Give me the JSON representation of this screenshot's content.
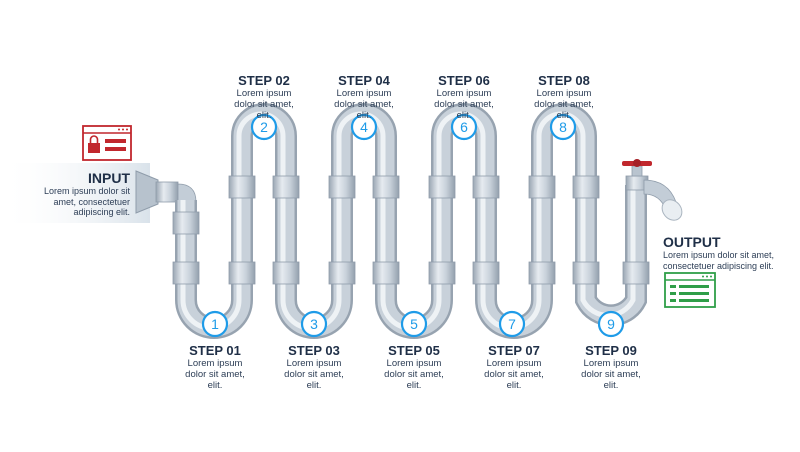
{
  "input": {
    "title": "INPUT",
    "desc": "Lorem ipsum dolor sit amet, consectetuer adipiscing elit.",
    "icon": "lock-window-icon",
    "color": "#c1272d"
  },
  "output": {
    "title": "OUTPUT",
    "desc": "Lorem ipsum dolor sit amet, consectetuer adipiscing elit.",
    "icon": "list-window-icon",
    "color": "#2f9e48"
  },
  "steps": [
    {
      "number": "1",
      "title": "STEP 01",
      "desc": "Lorem ipsum dolor sit amet, elit."
    },
    {
      "number": "2",
      "title": "STEP 02",
      "desc": "Lorem ipsum dolor sit amet, elit."
    },
    {
      "number": "3",
      "title": "STEP 03",
      "desc": "Lorem ipsum dolor sit amet, elit."
    },
    {
      "number": "4",
      "title": "STEP 04",
      "desc": "Lorem ipsum dolor sit amet, elit."
    },
    {
      "number": "5",
      "title": "STEP 05",
      "desc": "Lorem ipsum dolor sit amet, elit."
    },
    {
      "number": "6",
      "title": "STEP 06",
      "desc": "Lorem ipsum dolor sit amet, elit."
    },
    {
      "number": "7",
      "title": "STEP 07",
      "desc": "Lorem ipsum dolor sit amet, elit."
    },
    {
      "number": "8",
      "title": "STEP 08",
      "desc": "Lorem ipsum dolor sit amet, elit."
    },
    {
      "number": "9",
      "title": "STEP 09",
      "desc": "Lorem ipsum dolor sit amet, elit."
    }
  ],
  "colors": {
    "pipe": "#c3cdd7",
    "pipe_dark": "#9aa6b3",
    "pipe_light": "#e6ebf0",
    "node": "#1e9be8",
    "text": "#1f2f47",
    "valve": "#c1272d"
  }
}
